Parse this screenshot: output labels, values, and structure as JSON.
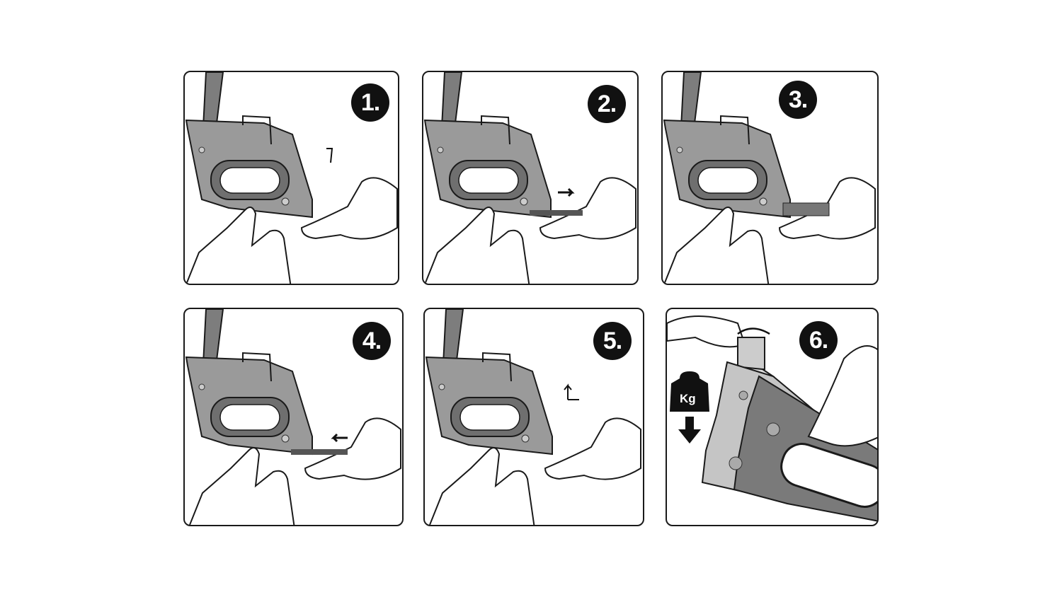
{
  "title": "Staple loading and adjustment steps",
  "steps": [
    {
      "number": "1.",
      "action": "push-down-latch"
    },
    {
      "number": "2.",
      "action": "pull-out-rail"
    },
    {
      "number": "3.",
      "action": "insert-staples"
    },
    {
      "number": "4.",
      "action": "push-in-rail"
    },
    {
      "number": "5.",
      "action": "lock-latch"
    },
    {
      "number": "6.",
      "action": "adjust-force-knob"
    }
  ],
  "weight_label": "Kg",
  "colors": {
    "outline": "#1a1a1a",
    "body": "#8a8a8a",
    "plate": "#c8c8c8",
    "badge": "#111111"
  }
}
